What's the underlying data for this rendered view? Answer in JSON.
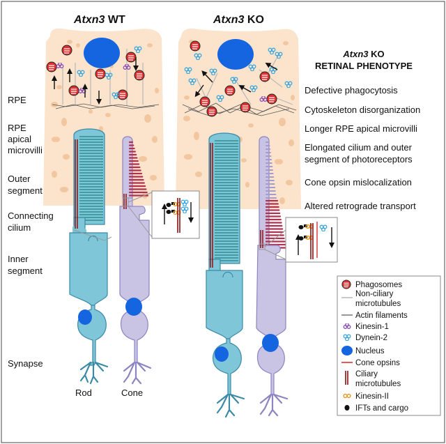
{
  "titles": {
    "wt_gene": "Atxn3",
    "wt_suffix": " WT",
    "ko_gene": "Atxn3",
    "ko_suffix": " KO"
  },
  "left_labels": {
    "rpe": "RPE",
    "apical_1": "RPE",
    "apical_2": "apical",
    "apical_3": "microvilli",
    "outer_1": "Outer",
    "outer_2": "segment",
    "cilium_1": "Connecting",
    "cilium_2": "cilium",
    "inner_1": "Inner",
    "inner_2": "segment",
    "synapse": "Synapse"
  },
  "cell_labels": {
    "rod": "Rod",
    "cone": "Cone"
  },
  "phenotype": {
    "title_gene": "Atxn3",
    "title_suffix": " KO",
    "title_line2": "RETINAL PHENOTYPE",
    "items": [
      "Defective phagocytosis",
      "Cytoskeleton disorganization",
      "Longer RPE apical microvilli",
      "Elongated cilium and outer",
      "segment of photoreceptors",
      "Cone opsin mislocalization",
      "Altered retrograde transport"
    ]
  },
  "legend": {
    "phagosomes": "Phagosomes",
    "noncil_1": "Non-ciliary",
    "noncil_2": "microtubules",
    "actin": "Actin filaments",
    "kinesin1": "Kinesin-1",
    "dynein2": "Dynein-2",
    "nucleus": "Nucleus",
    "cone_opsins": "Cone opsins",
    "ciliary_1": "Ciliary",
    "ciliary_2": "microtubules",
    "kinesin2": "Kinesin-II",
    "ifts": "IFTs and cargo"
  },
  "colors": {
    "rpe_fill": "#fbe3cc",
    "rpe_spot": "#f2c69e",
    "nucleus": "#1565e0",
    "rod_fill": "#7fc6d8",
    "rod_stroke": "#3a8aa8",
    "cone_fill": "#c9c3e4",
    "cone_stroke": "#8d84c2",
    "cone_opsin": "#b03050",
    "phagosome": "#e03030",
    "kinesin1": "#8b4fb5",
    "dynein2": "#38a8e0",
    "kinesin2": "#e89a20",
    "ciliary_mt": "#8b1010"
  }
}
